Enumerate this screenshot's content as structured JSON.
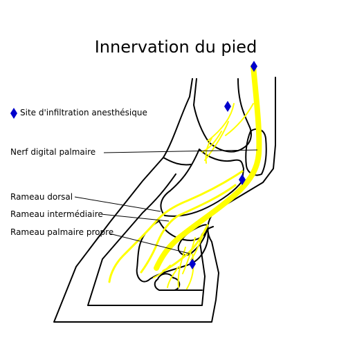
{
  "title": "Innervation du pied",
  "legend": {
    "site_label": "Site d'infiltration anesthésique"
  },
  "labels": {
    "digital_nerve": "Nerf digital palmaire",
    "dorsal_branch": "Rameau dorsal",
    "intermediate_branch": "Rameau intermédiaire",
    "proper_palmar_branch": "Rameau palmaire propre"
  },
  "colors": {
    "nerve": "#ffff00",
    "injection_site": "#0000cc",
    "outline": "#000000",
    "background": "#ffffff"
  },
  "icons": {
    "injection_site": "blue-diamond-icon"
  },
  "injection_site_count": 4
}
